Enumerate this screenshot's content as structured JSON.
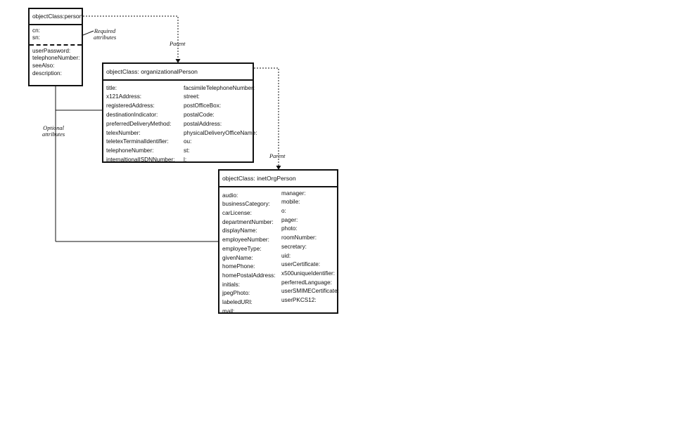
{
  "diagram": {
    "labels": {
      "required_line1": "Required",
      "required_line2": "attributes",
      "optional_line1": "Optional",
      "optional_line2": "attributes",
      "parent_1": "Parent",
      "parent_2": "Parent"
    },
    "person": {
      "title": "objectClass:person",
      "required": [
        "cn:",
        "sn:"
      ],
      "optional": [
        "userPassword:",
        "telephoneNumber:",
        "seeAlso:",
        "description:"
      ]
    },
    "organizationalPerson": {
      "title": "objectClass: organizationalPerson",
      "left_column": [
        "title:",
        "x121Address:",
        "registeredAddress:",
        "destinationIndicator:",
        "preferredDeliveryMethod:",
        "telexNumber:",
        "teletexTerminalIdentifier:",
        "telephoneNumber:",
        "internaltionalISDNNumber:"
      ],
      "right_column": [
        "facsimileTelephoneNumber:",
        "street:",
        "postOfficeBox:",
        "postalCode:",
        "postalAddress:",
        "physicalDeliveryOfficeName:",
        "ou:",
        "st:",
        "l:"
      ]
    },
    "inetOrgPerson": {
      "title": "objectClass: inetOrgPerson",
      "left_column": [
        "audio:",
        "businessCategory:",
        "carLicense:",
        "departmentNumber:",
        "displayName:",
        "employeeNumber:",
        "employeeType:",
        "givenName:",
        "homePhone:",
        "homePostalAddress:",
        "initials:",
        "jpegPhoto:",
        "labeledURI:",
        "mail:"
      ],
      "right_column": [
        "manager:",
        "mobile:",
        "o:",
        "pager:",
        "photo:",
        "roomNumber:",
        "secretary:",
        "uid:",
        "userCertificate:",
        "x500uniqueIdentifier:",
        "perferredLanguage:",
        "userSMIMECertificate:",
        "userPKCS12:"
      ]
    },
    "colors": {
      "line": "#111111",
      "background": "#ffffff"
    }
  }
}
